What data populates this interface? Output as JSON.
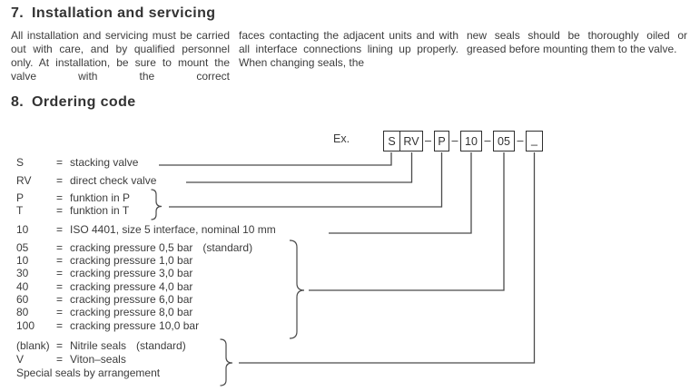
{
  "section7": {
    "number": "7.",
    "title": "Installation and servicing",
    "col1": "All installation and servicing must be carried out with care, and by qualified personnel only. At installation, be sure to mount the valve with the correct",
    "col2": "faces contacting the adjacent units and with all interface connections lining up properly. When changing seals, the",
    "col3": "new seals should be thoroughly oiled or greased before mounting them to the valve."
  },
  "section8": {
    "number": "8.",
    "title": "Ordering code",
    "example_label": "Ex.",
    "code": {
      "seg_s": "S",
      "seg_rv": "RV",
      "seg_p": "P",
      "seg_10": "10",
      "seg_05": "05",
      "seg_blank": "_",
      "separator": "–"
    },
    "rows": [
      {
        "code": "S",
        "eq": "=",
        "desc": "stacking valve"
      },
      {
        "code": "RV",
        "eq": "=",
        "desc": "direct check valve"
      },
      {
        "code": "P",
        "eq": "=",
        "desc": "funktion in P"
      },
      {
        "code": "T",
        "eq": "=",
        "desc": "funktion in T"
      },
      {
        "code": "10",
        "eq": "=",
        "desc": "ISO 4401, size 5 interface, nominal 10 mm"
      },
      {
        "code": "05",
        "eq": "=",
        "desc": "cracking pressure 0,5 bar",
        "note": "(standard)"
      },
      {
        "code": "10",
        "eq": "=",
        "desc": "cracking pressure 1,0 bar"
      },
      {
        "code": "30",
        "eq": "=",
        "desc": "cracking pressure 3,0 bar"
      },
      {
        "code": "40",
        "eq": "=",
        "desc": "cracking pressure 4,0 bar"
      },
      {
        "code": "60",
        "eq": "=",
        "desc": "cracking pressure 6,0 bar"
      },
      {
        "code": "80",
        "eq": "=",
        "desc": "cracking pressure 8,0 bar"
      },
      {
        "code": "100",
        "eq": "=",
        "desc": "cracking pressure 10,0 bar"
      },
      {
        "code": "(blank)",
        "eq": "=",
        "desc": "Nitrile seals",
        "note": "(standard)"
      },
      {
        "code": "V",
        "eq": "=",
        "desc": "Viton–seals"
      },
      {
        "desc": "Special seals by arrangement"
      }
    ]
  },
  "colors": {
    "text": "#3a3a3a",
    "line": "#4a4a4a",
    "box_border": "#2f2f2f"
  }
}
